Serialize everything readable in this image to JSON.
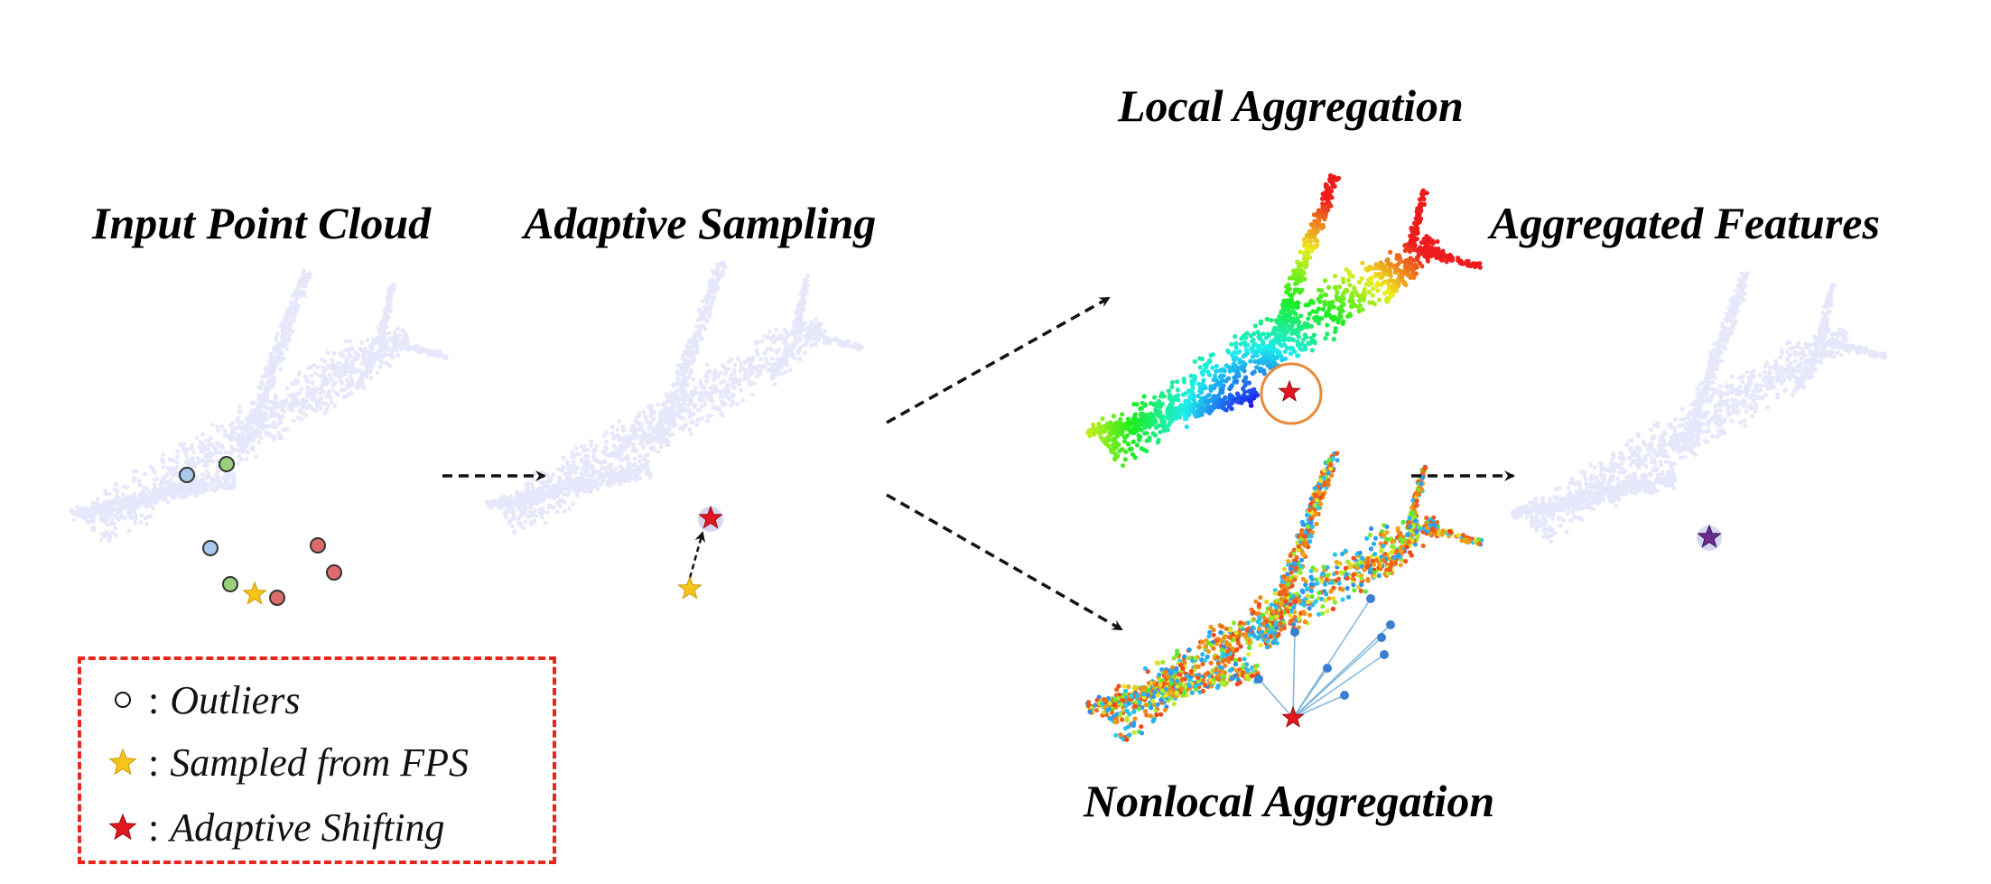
{
  "titles": {
    "input": "Input Point Cloud",
    "adaptive": "Adaptive Sampling",
    "local": "Local Aggregation",
    "aggregated": "Aggregated Features",
    "nonlocal": "Nonlocal Aggregation"
  },
  "legend": {
    "outliers": "Outliers",
    "fps": "Sampled from FPS",
    "shifting": "Adaptive Shifting"
  },
  "colors": {
    "cloud": "#e6e7fa",
    "legend_border": "#e8261c",
    "outlier_blue": "#a9c9ec",
    "outlier_green": "#97d27a",
    "outlier_red": "#dc6b6b",
    "star_yellow": "#f7c419",
    "star_red": "#e3171e",
    "star_purple": "#6b2c91",
    "neighborhood_circle": "#e88a3a"
  },
  "icons": [
    "dashed-arrow-icon",
    "star-icon",
    "circle-icon",
    "airplane-point-cloud"
  ]
}
